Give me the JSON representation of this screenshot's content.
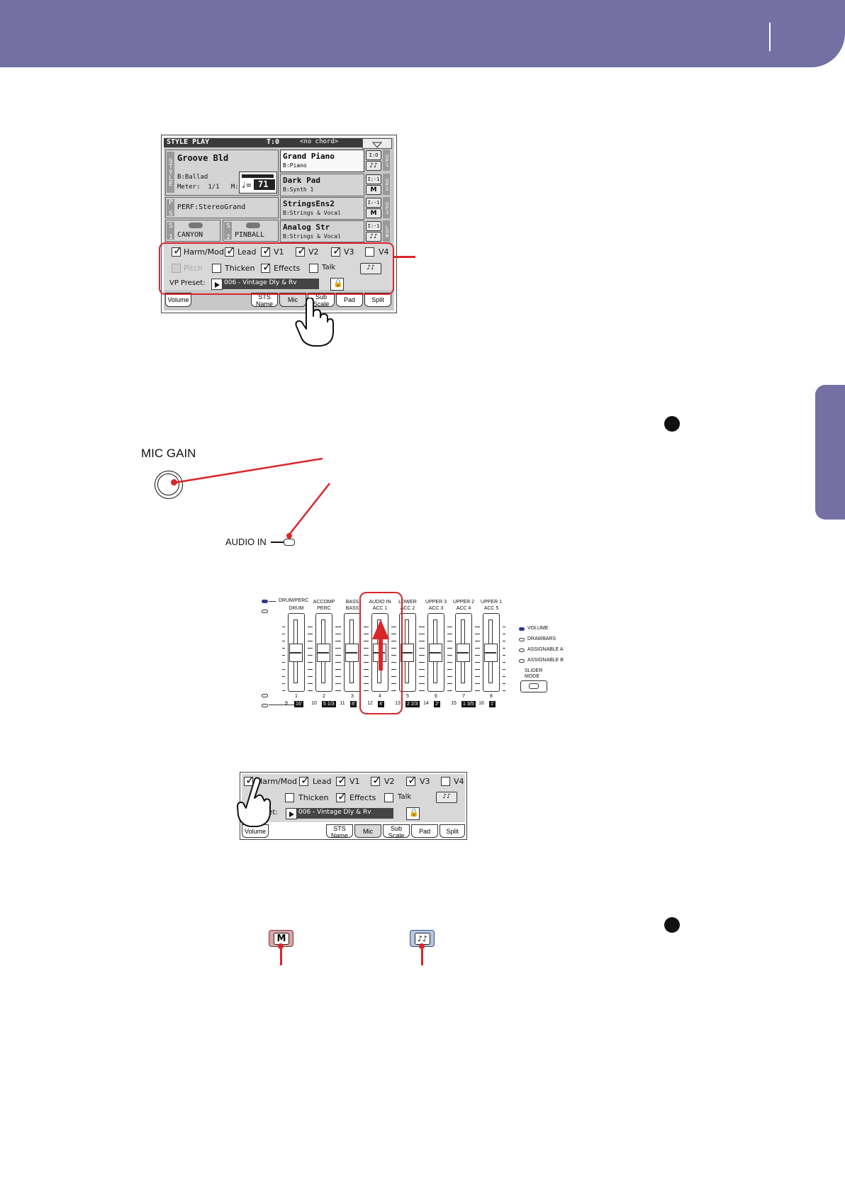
{
  "screen1": {
    "title": "STYLE PLAY",
    "tempo_flag": "T:0",
    "chord": "<no chord>",
    "style": {
      "tag": "STYLE",
      "name": "Groove Bld",
      "bank": "B:Ballad",
      "meter": "Meter:  1/1   M:--",
      "tempo_value": "71"
    },
    "perf": {
      "tag": "P S",
      "name": "PERF:StereoGrand"
    },
    "pad1": {
      "tag": "S 1",
      "name": "CANYON"
    },
    "pad2": {
      "tag": "S 2",
      "name": "PINBALL"
    },
    "tracks": [
      {
        "name": "Grand Piano",
        "bank": "B:Piano",
        "tag": "UP1",
        "ic1": "I:O",
        "ic2": "♪♪"
      },
      {
        "name": "Dark Pad",
        "bank": "B:Synth 1",
        "tag": "UP2",
        "ic1": "I:-1",
        "ic2": "M"
      },
      {
        "name": "StringsEns2",
        "bank": "B:Strings & Vocal",
        "tag": "UP3",
        "ic1": "I:-1",
        "ic2": "M"
      },
      {
        "name": "Analog Str",
        "bank": "B:Strings & Vocal",
        "tag": "LOW",
        "ic1": "I:-1",
        "ic2": "♪♪"
      }
    ],
    "row1": [
      {
        "label": "Harm/Mod",
        "checked": true
      },
      {
        "label": "Lead",
        "checked": true
      },
      {
        "label": "V1",
        "checked": true
      },
      {
        "label": "V2",
        "checked": true
      },
      {
        "label": "V3",
        "checked": true
      },
      {
        "label": "V4",
        "checked": false
      }
    ],
    "row2": [
      {
        "label": "Pitch",
        "checked": false,
        "disabled": true
      },
      {
        "label": "Thicken",
        "checked": false
      },
      {
        "label": "Effects",
        "checked": true
      },
      {
        "label": "Talk",
        "checked": false
      }
    ],
    "vp_label": "VP Preset:",
    "vp_value": "006 - Vintage Dly & Rv",
    "tabs": [
      "Volume",
      "STS Name",
      "Mic",
      "Sub Scale",
      "Pad",
      "Split"
    ]
  },
  "mic": {
    "gain_label": "MIC GAIN",
    "audio_in_label": "AUDIO IN"
  },
  "sliders": {
    "mode_left_top": "DRUM/PERC",
    "mode_left_bottom": "DRUM",
    "columns": [
      {
        "top": "",
        "bottom": "DRUM",
        "n1": "1",
        "n2": "9",
        "foot": "16'"
      },
      {
        "top": "ACCOMP",
        "bottom": "PERC",
        "n1": "2",
        "n2": "10",
        "foot": "5 1/3"
      },
      {
        "top": "BASS",
        "bottom": "BASS",
        "n1": "3",
        "n2": "11",
        "foot": "8'"
      },
      {
        "top": "AUDIO IN",
        "bottom": "ACC 1",
        "n1": "4",
        "n2": "12",
        "foot": "4'"
      },
      {
        "top": "LOWER",
        "bottom": "ACC 2",
        "n1": "5",
        "n2": "13",
        "foot": "2 2/3"
      },
      {
        "top": "UPPER 3",
        "bottom": "ACC 3",
        "n1": "6",
        "n2": "14",
        "foot": "2'"
      },
      {
        "top": "UPPER 2",
        "bottom": "ACC 4",
        "n1": "7",
        "n2": "15",
        "foot": "1 3/5"
      },
      {
        "top": "UPPER 1",
        "bottom": "ACC 5",
        "n1": "8",
        "n2": "16",
        "foot": "1'"
      }
    ],
    "modes": [
      "VOLUME",
      "DRAWBARS",
      "ASSIGNABLE A",
      "ASSIGNABLE B"
    ],
    "slider_mode_label": "SLIDER MODE"
  },
  "screen2": {
    "row1": [
      {
        "label": "Harm/Mod",
        "checked": true
      },
      {
        "label": "Lead",
        "checked": true
      },
      {
        "label": "V1",
        "checked": true
      },
      {
        "label": "V2",
        "checked": true
      },
      {
        "label": "V3",
        "checked": true
      },
      {
        "label": "V4",
        "checked": false
      }
    ],
    "row2": [
      {
        "label": "Thicken",
        "checked": false
      },
      {
        "label": "Effects",
        "checked": true
      },
      {
        "label": "Talk",
        "checked": false
      }
    ],
    "vp_label": "set:",
    "vp_value": "006 - Vintage Dly & Rv",
    "tabs": [
      "Volume",
      "STS Name",
      "Mic",
      "Sub Scale",
      "Pad",
      "Split"
    ]
  },
  "icons": {
    "m_label": "M",
    "notes_label": "♪♪"
  },
  "colors": {
    "header": "#7470a3",
    "accent_red": "#d9262b"
  }
}
